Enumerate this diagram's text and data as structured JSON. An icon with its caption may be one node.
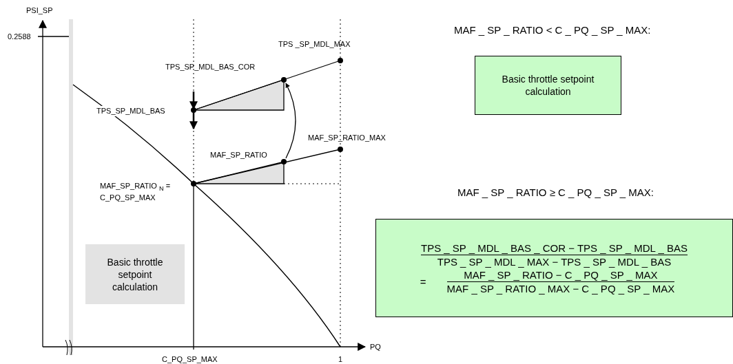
{
  "diagram": {
    "nodes": [
      {
        "text": [
          "Basic throttle setpoint calculation"
        ]
      },
      {
        "text": [],
        "shape": "circle",
        "beside": [
          "TPS_SP_MDL_BAS_COR"
        ]
      },
      {
        "text": [],
        "shape": "circle",
        "beside": [
          "MAF_SP_RATIO"
        ]
      },
      {
        "text": [
          "TPS _ SP _ MDL _ BAS _ COR − TPS _ SP _ MDL _ BAS",
          "TPS _ SP _ MDL _ MAX − TPS _ SP _ MDL _ BAS",
          "=",
          "MAF _ SP _ RATIO − C _ PQ _ SP _ MAX",
          "MAF _ SP _ RATIO _ MAX − C _ PQ _ SP _ MAX"
        ]
      },
      {
        "text": [
          "Basic throttle setpoint calculation"
        ]
      }
    ],
    "edges": [
      {
        "from": 2,
        "to": 1,
        "arrow": "to"
      }
    ],
    "labels": [
      "PSI_SP",
      "0.2588",
      "TPS _SP_MDL_MAX",
      "MAF _ SP _ RATIO < C _ PQ _ SP _ MAX:",
      "TPS_SP_MDL_BAS",
      "MAF_SP_RATIO_MAX",
      "MAF_SP_RATIO $_{N}$ =",
      "C_PQ_SP_MAX",
      "MAF _ SP _ RATIO ≥ C _ PQ _ SP _ MAX:",
      "PQ",
      "C_PQ_SP_MAX",
      "1"
    ]
  }
}
